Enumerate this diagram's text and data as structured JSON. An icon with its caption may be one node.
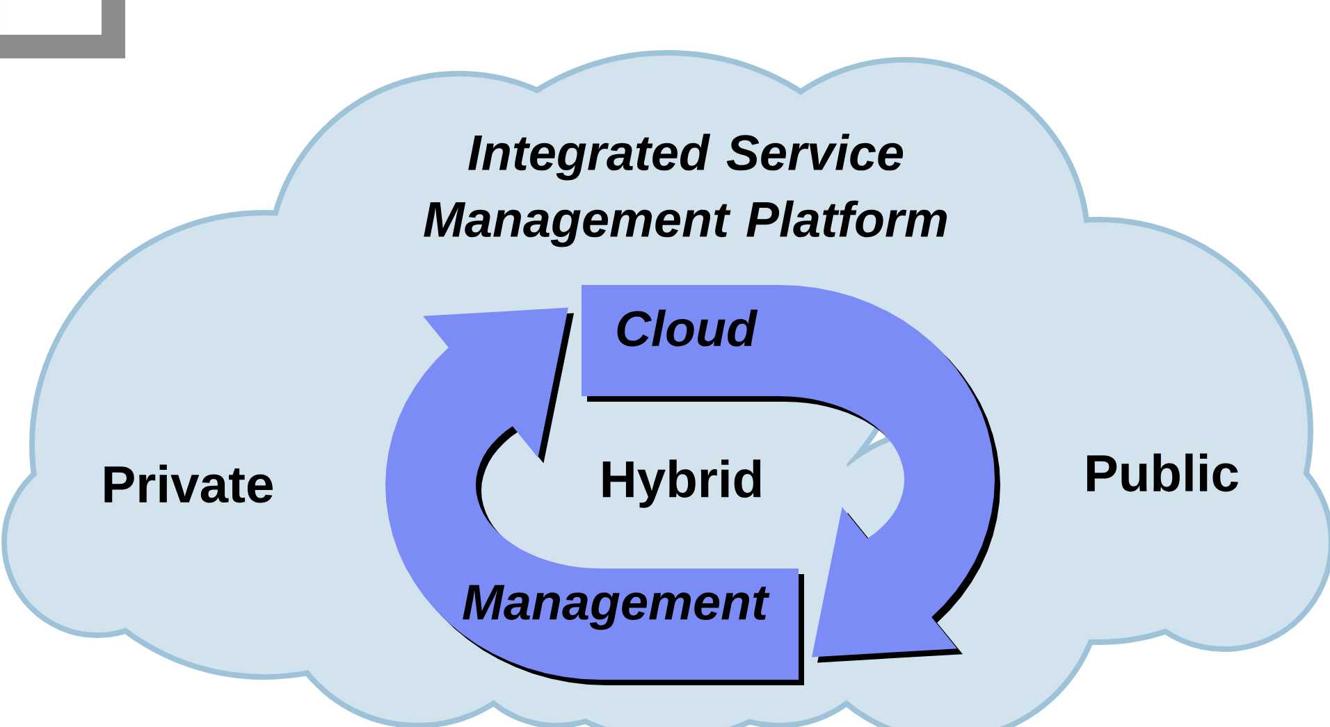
{
  "diagram": {
    "title": "Integrated Service Management Platform",
    "nodes": [
      {
        "text": [
          "Private",
          "Hybrid",
          "Public"
        ]
      },
      {
        "text": [
          "Cloud"
        ],
        "in": 0
      },
      {
        "text": [
          "Management"
        ],
        "in": 0
      }
    ]
  }
}
